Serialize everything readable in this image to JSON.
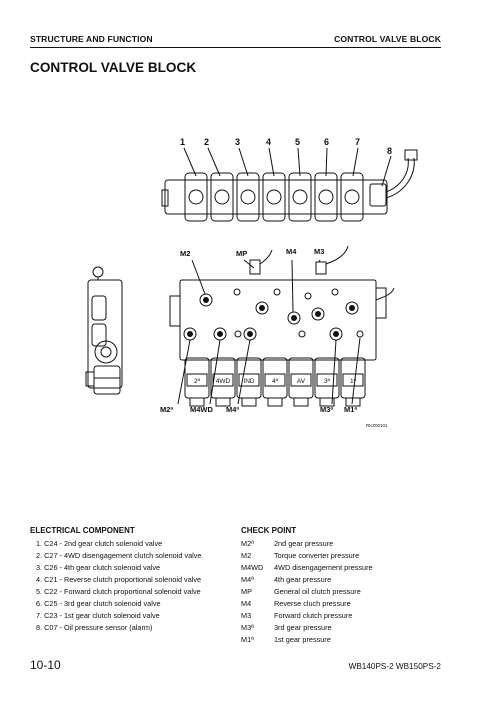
{
  "header": {
    "left": "STRUCTURE AND FUNCTION",
    "right": "CONTROL VALVE BLOCK"
  },
  "title": "CONTROL VALVE BLOCK",
  "diagram": {
    "top_labels": [
      "1",
      "2",
      "3",
      "4",
      "5",
      "6",
      "7",
      "8"
    ],
    "port_labels": {
      "m2": "M2",
      "mp": "MP",
      "m4": "M4",
      "m3": "M3",
      "m2s": "M2ª",
      "m4wd": "M4WD",
      "m4s": "M4ª",
      "m3s": "M3ª",
      "m1s": "M1ª"
    },
    "solenoid_labels": [
      "2ª",
      "4WD",
      "IND",
      "4ª",
      "AV",
      "3ª",
      "1ª"
    ],
    "figure_code": "RKZ00101"
  },
  "electrical": {
    "title": "ELECTRICAL COMPONENT",
    "items": [
      "1. C24 - 2nd gear clutch solenoid valve",
      "2. C27 - 4WD disengagement clutch solenoid valve",
      "3. C26 - 4th gear clutch solenoid valve",
      "4. C21 - Reverse clutch proportional solenoid valve",
      "5. C22 - Forward clutch proportional solenoid valve",
      "6. C25 - 3rd gear clutch solenoid valve",
      "7. C23 - 1st gear clutch solenoid valve",
      "8. C07 - Oil pressure sensor (alarm)"
    ]
  },
  "checkpoint": {
    "title": "CHECK POINT",
    "rows": [
      {
        "code": "M2ª",
        "desc": "2nd gear pressure"
      },
      {
        "code": "M2",
        "desc": "Torque converter pressure"
      },
      {
        "code": "M4WD",
        "desc": "4WD disengagement pressure"
      },
      {
        "code": "M4ª",
        "desc": "4th gear pressure"
      },
      {
        "code": "MP",
        "desc": "General oil clutch pressure"
      },
      {
        "code": "M4",
        "desc": "Reverse cluch pressure"
      },
      {
        "code": "M3",
        "desc": "Forward clutch pressure"
      },
      {
        "code": "M3ª",
        "desc": "3rd gear pressure"
      },
      {
        "code": "M1ª",
        "desc": "1st gear pressure"
      }
    ]
  },
  "footer": {
    "page": "10-10",
    "model": "WB140PS-2 WB150PS-2"
  }
}
